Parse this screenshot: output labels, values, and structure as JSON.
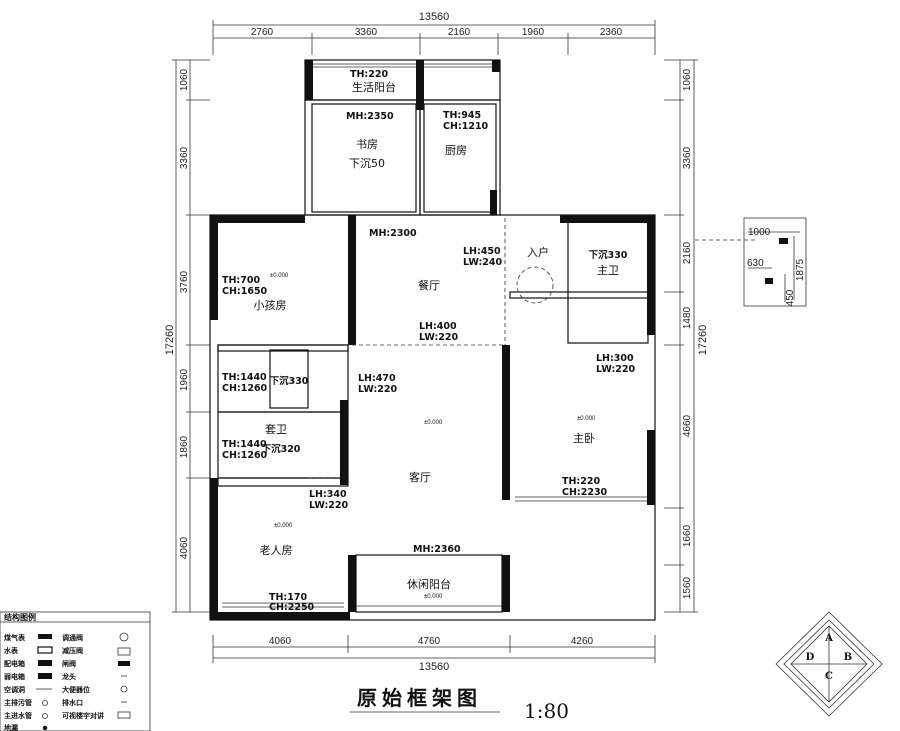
{
  "plan": {
    "overall_width": "13560",
    "overall_height": "17260",
    "top_dims": [
      "2760",
      "3360",
      "2160",
      "1960",
      "2360"
    ],
    "bottom_dims": [
      "4060",
      "4760",
      "4260"
    ],
    "left_dims": [
      "1060",
      "3360",
      "3760",
      "1960",
      "1860",
      "4060"
    ],
    "right_dims": [
      "1060",
      "3360",
      "2160",
      "1480",
      "4660",
      "1660",
      "1560"
    ]
  },
  "rooms": {
    "living_balcony": "生活阳台",
    "study": "书房",
    "study_sunken": "下沉50",
    "kitchen": "厨房",
    "dining": "餐厅",
    "entrance": "入户",
    "master_bath": "主卫",
    "master_bath_sunken": "下沉330",
    "kids_room": "小孩房",
    "guest_bath": "套卫",
    "guest_bath_sunken": "下沉320",
    "small_room_sunken": "下沉330",
    "living": "客厅",
    "master_bedroom": "主卧",
    "elder_room": "老人房",
    "leisure_balcony": "休闲阳台"
  },
  "annotations": {
    "balcony_th": "TH:220",
    "study_mh": "MH:2350",
    "kitchen_th": "TH:945",
    "kitchen_ch": "CH:1210",
    "dining_mh": "MH:2300",
    "entry_lh": "LH:450",
    "entry_lw": "LW:240",
    "kids_th": "TH:700",
    "kids_ch": "CH:1650",
    "dining_lh": "LH:400",
    "dining_lw": "LW:220",
    "small_th": "TH:1440",
    "small_ch": "CH:1260",
    "guest_th": "TH:1440",
    "guest_ch": "CH:1260",
    "living_lh": "LH:470",
    "living_lw": "LW:220",
    "master_lh": "LH:300",
    "master_lw": "LW:220",
    "master_th": "TH:220",
    "master_ch": "CH:2230",
    "elder_lh": "LH:340",
    "elder_lw": "LW:220",
    "living_mh": "MH:2360",
    "elder_th": "TH:170",
    "elder_ch": "CH:2250",
    "level_mark": "±0.000"
  },
  "detail": {
    "dim_1000": "1000",
    "dim_630": "630",
    "dim_1875": "1875",
    "dim_450": "450"
  },
  "legend": {
    "title": "结构图例",
    "items": [
      "煤气表",
      "水表",
      "配电箱",
      "弱电箱",
      "空调洞",
      "主排污管",
      "主进水管",
      "地漏",
      "调通阀",
      "减压阀",
      "闸阀",
      "龙头",
      "大便器位",
      "排水口",
      "可视楼宇对讲"
    ]
  },
  "footer": {
    "title": "原始框架图",
    "scale": "1:80"
  },
  "compass": {
    "a": "A",
    "b": "B",
    "c": "C",
    "d": "D"
  }
}
